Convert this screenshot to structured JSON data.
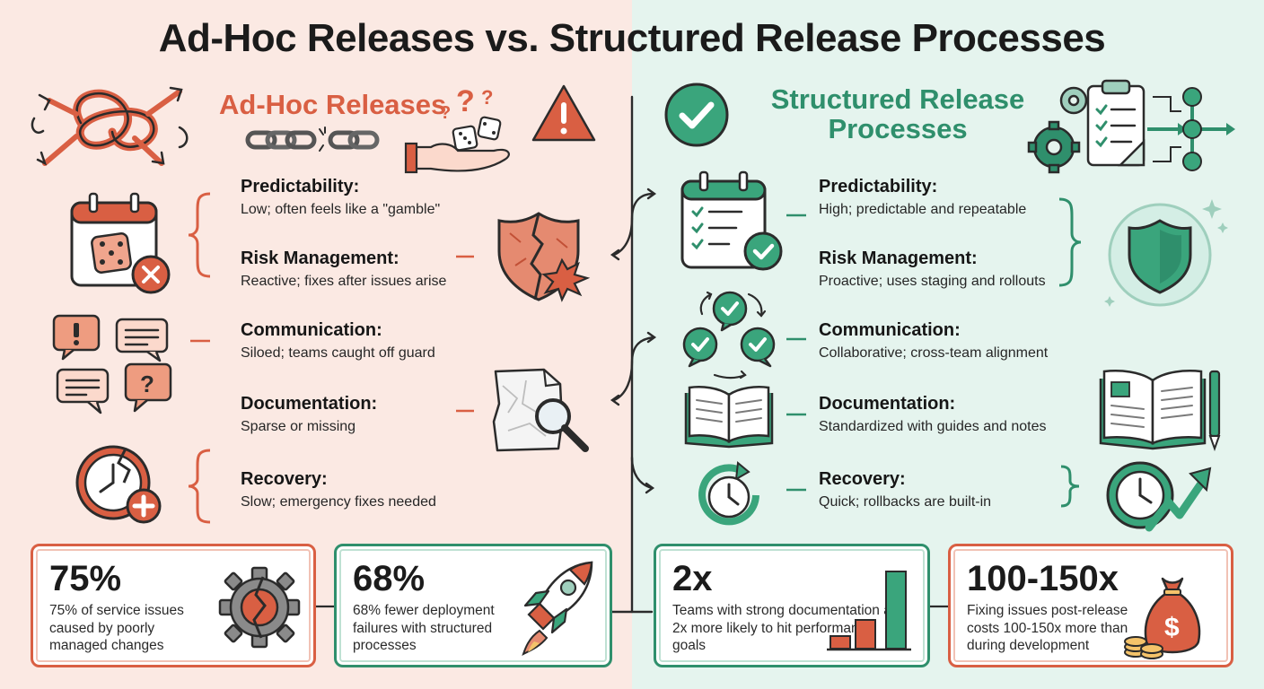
{
  "title": "Ad-Hoc Releases vs. Structured Release Processes",
  "colors": {
    "adhoc_accent": "#d95f43",
    "structured_accent": "#2f8f6c",
    "adhoc_bg": "#fbe9e3",
    "structured_bg": "#e5f4ee"
  },
  "adhoc": {
    "title": "Ad-Hoc Releases",
    "items": [
      {
        "label": "Predictability:",
        "desc": "Low; often feels like a \"gamble\"",
        "icon": "calendar-dice-icon"
      },
      {
        "label": "Risk Management:",
        "desc": "Reactive; fixes after issues arise",
        "icon": "broken-shield-icon"
      },
      {
        "label": "Communication:",
        "desc": "Siloed; teams caught off guard",
        "icon": "chat-bubbles-icon"
      },
      {
        "label": "Documentation:",
        "desc": "Sparse or missing",
        "icon": "crumpled-paper-magnifier-icon"
      },
      {
        "label": "Recovery:",
        "desc": "Slow; emergency fixes needed",
        "icon": "broken-clock-icon"
      }
    ]
  },
  "structured": {
    "title": "Structured Release Processes",
    "items": [
      {
        "label": "Predictability:",
        "desc": "High; predictable and repeatable",
        "icon": "calendar-checklist-icon"
      },
      {
        "label": "Risk Management:",
        "desc": "Proactive; uses staging and rollouts",
        "icon": "shield-icon"
      },
      {
        "label": "Communication:",
        "desc": "Collaborative; cross-team alignment",
        "icon": "check-bubbles-cycle-icon"
      },
      {
        "label": "Documentation:",
        "desc": "Standardized with guides and notes",
        "icon": "open-book-icon"
      },
      {
        "label": "Recovery:",
        "desc": "Quick; rollbacks are built-in",
        "icon": "clock-rollback-icon"
      }
    ]
  },
  "stats": [
    {
      "value": "75%",
      "desc": "75% of service issues caused by poorly managed changes",
      "icon": "broken-gear-icon"
    },
    {
      "value": "68%",
      "desc": "68% fewer deployment failures with structured processes",
      "icon": "rocket-icon"
    },
    {
      "value": "2x",
      "desc": "Teams with strong documentation are 2x more likely to hit performance goals",
      "icon": "bar-chart-icon"
    },
    {
      "value": "100-150x",
      "desc": "Fixing issues post-release costs 100-150x more than during development",
      "icon": "money-bag-icon"
    }
  ]
}
